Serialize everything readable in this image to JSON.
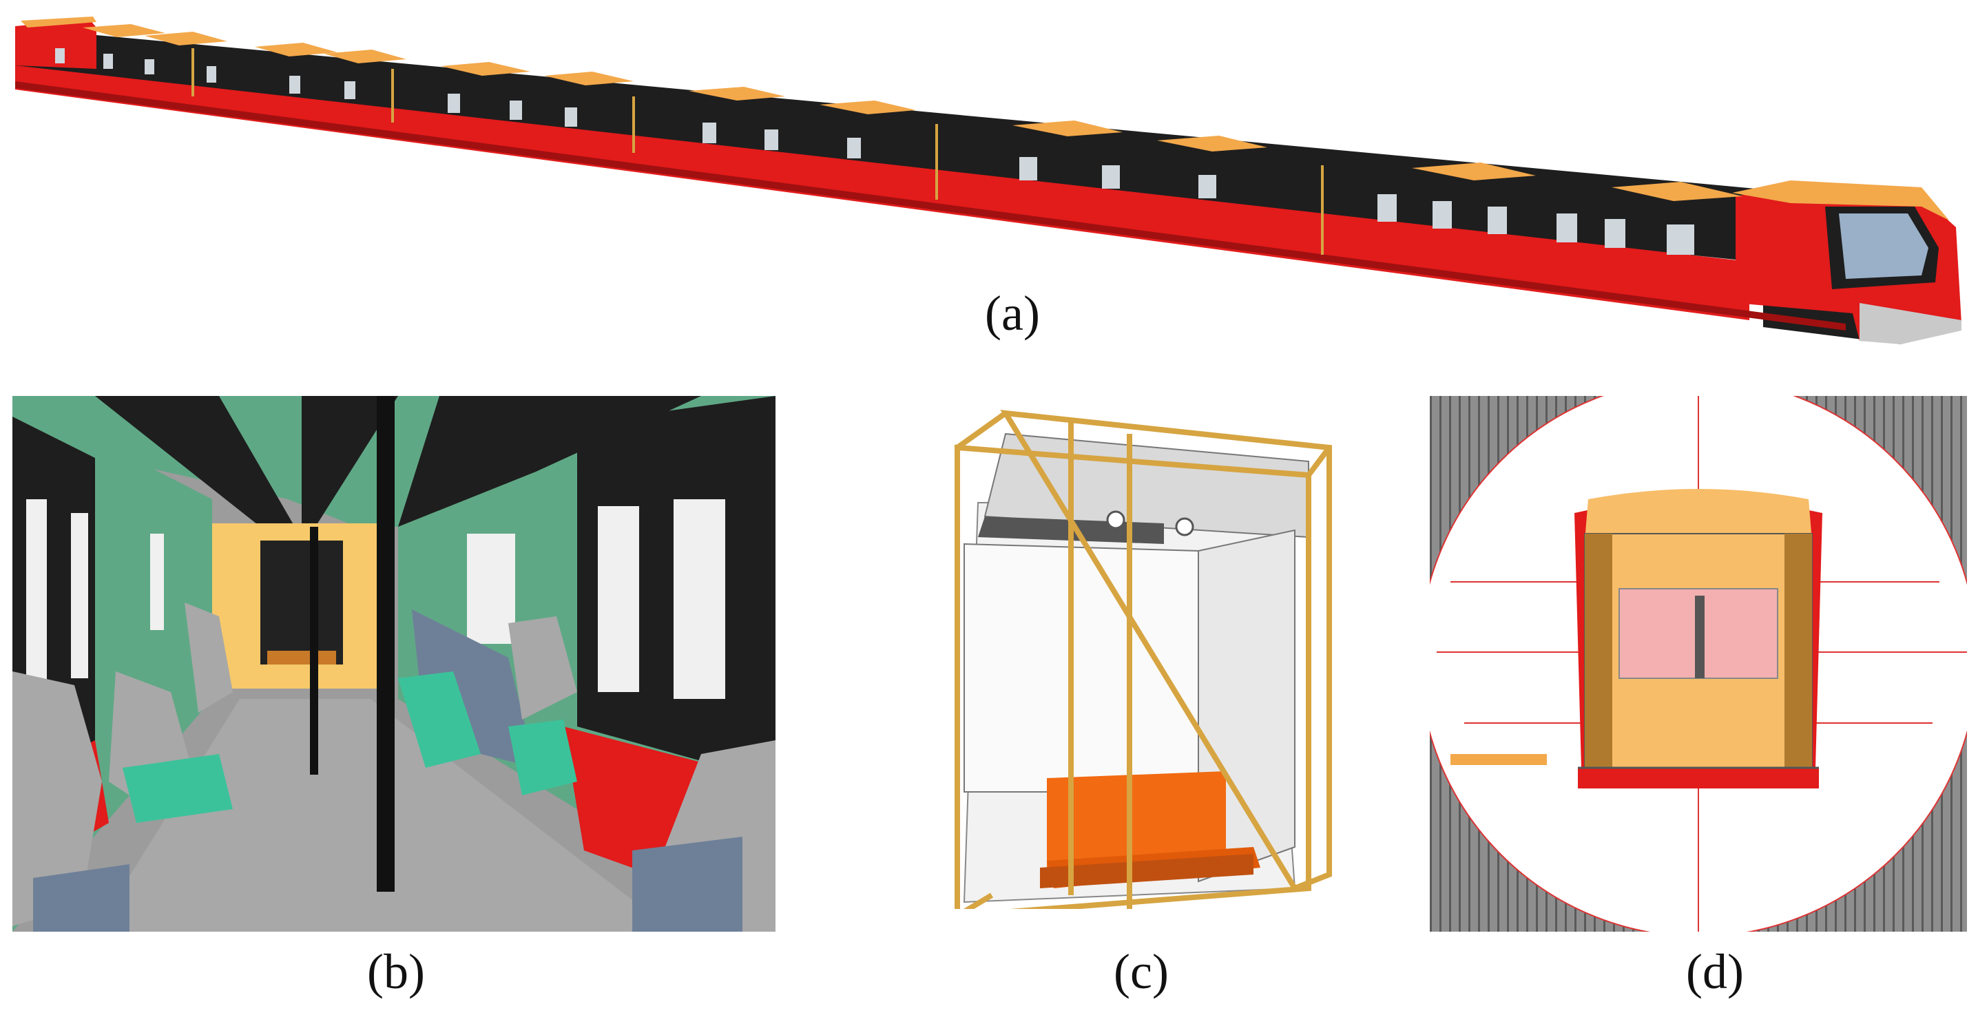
{
  "captions": {
    "a": "(a)",
    "b": "(b)",
    "c": "(c)",
    "d": "(d)"
  },
  "colors": {
    "train_red": "#e21b1b",
    "train_black": "#1e1e1e",
    "roof_orange": "#f3a84a",
    "interior_green": "#5fa886",
    "seat_gray": "#a8a8a8",
    "seat_teal": "#3cc29a",
    "frame_gold": "#d6a441",
    "bench_orange": "#f26a12",
    "cab_light_orange": "#f7bd68",
    "tunnel_gray": "#8e8e8e",
    "window_pink": "#f4b0b0"
  },
  "panels": {
    "a": "train-exterior-render",
    "b": "car-interior-render",
    "c": "seat-module-render",
    "d": "tunnel-cross-section-render"
  }
}
